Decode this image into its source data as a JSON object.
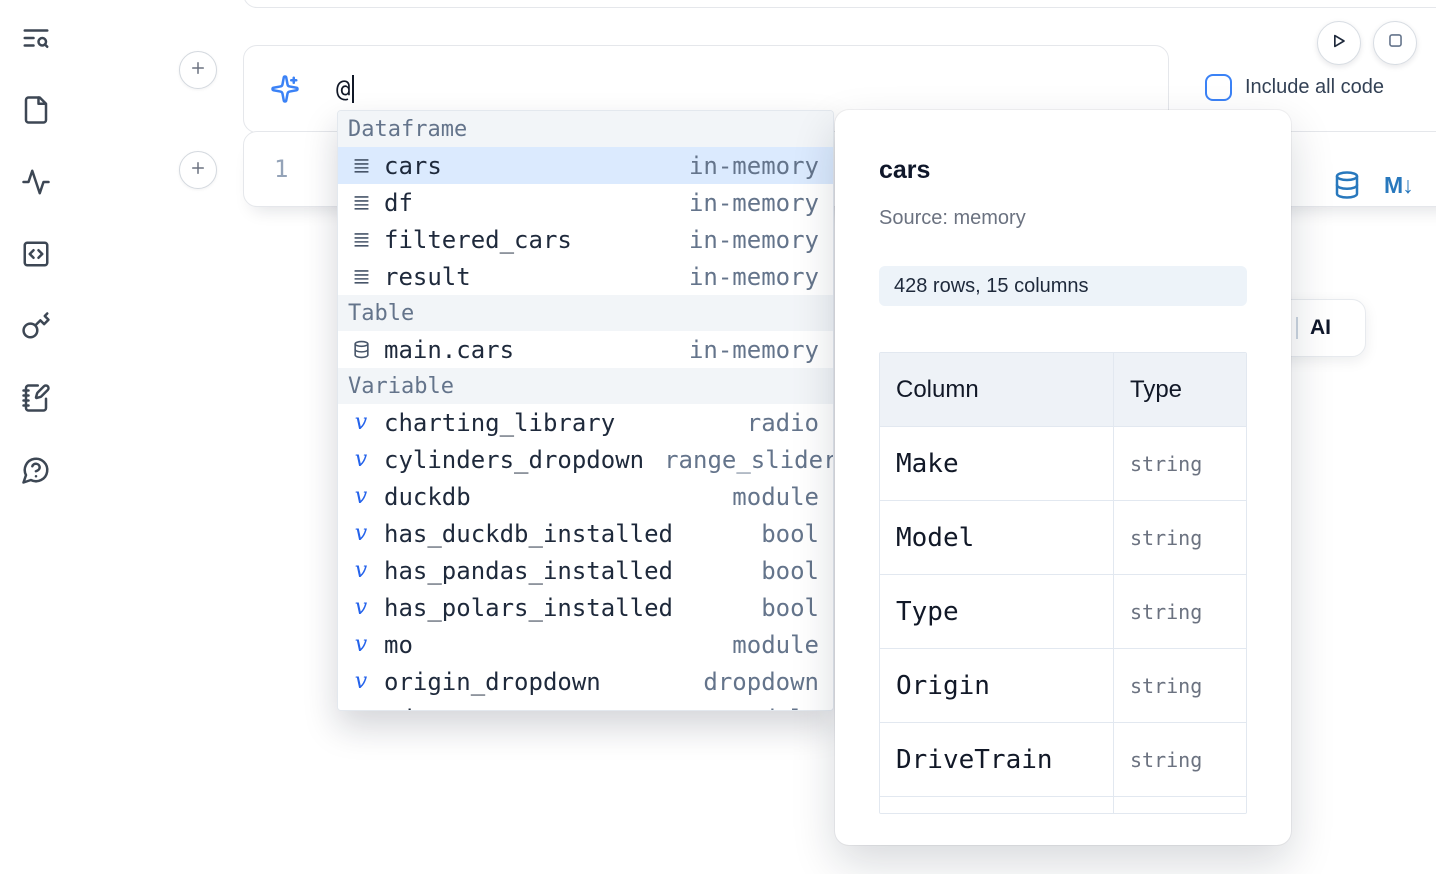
{
  "rail": {
    "items": [
      {
        "icon": "text-search-icon"
      },
      {
        "icon": "file-icon"
      },
      {
        "icon": "activity-icon"
      },
      {
        "icon": "code-square-icon"
      },
      {
        "icon": "key-icon"
      },
      {
        "icon": "notebook-pen-icon"
      },
      {
        "icon": "help-circle-icon"
      }
    ]
  },
  "prompt": {
    "value": "@"
  },
  "controls": {
    "include_all_code_label": "Include all code",
    "checked": false
  },
  "cell": {
    "line_number": "1",
    "output_icons": [
      "database-icon",
      "markdown-icon"
    ]
  },
  "ai_button": {
    "label": "AI"
  },
  "autocomplete": {
    "sections": [
      {
        "label": "Dataframe",
        "items": [
          {
            "icon": "dataframe-icon",
            "name": "cars",
            "detail": "in-memory",
            "selected": true
          },
          {
            "icon": "dataframe-icon",
            "name": "df",
            "detail": "in-memory",
            "selected": false
          },
          {
            "icon": "dataframe-icon",
            "name": "filtered_cars",
            "detail": "in-memory",
            "selected": false
          },
          {
            "icon": "dataframe-icon",
            "name": "result",
            "detail": "in-memory",
            "selected": false
          }
        ]
      },
      {
        "label": "Table",
        "items": [
          {
            "icon": "database-icon",
            "name": "main.cars",
            "detail": "in-memory",
            "selected": false
          }
        ]
      },
      {
        "label": "Variable",
        "items": [
          {
            "icon": "variable-icon",
            "name": "charting_library",
            "detail": "radio",
            "selected": false
          },
          {
            "icon": "variable-icon",
            "name": "cylinders_dropdown",
            "detail": "range_slider",
            "selected": false
          },
          {
            "icon": "variable-icon",
            "name": "duckdb",
            "detail": "module",
            "selected": false
          },
          {
            "icon": "variable-icon",
            "name": "has_duckdb_installed",
            "detail": "bool",
            "selected": false
          },
          {
            "icon": "variable-icon",
            "name": "has_pandas_installed",
            "detail": "bool",
            "selected": false
          },
          {
            "icon": "variable-icon",
            "name": "has_polars_installed",
            "detail": "bool",
            "selected": false
          },
          {
            "icon": "variable-icon",
            "name": "mo",
            "detail": "module",
            "selected": false
          },
          {
            "icon": "variable-icon",
            "name": "origin_dropdown",
            "detail": "dropdown",
            "selected": false
          },
          {
            "icon": "variable-icon",
            "name": "pd",
            "detail": "module",
            "selected": false
          }
        ]
      }
    ]
  },
  "preview": {
    "title": "cars",
    "source": "Source: memory",
    "shape_badge": "428 rows, 15 columns",
    "table": {
      "headers": [
        "Column",
        "Type"
      ],
      "rows": [
        [
          "Make",
          "string"
        ],
        [
          "Model",
          "string"
        ],
        [
          "Type",
          "string"
        ],
        [
          "Origin",
          "string"
        ],
        [
          "DriveTrain",
          "string"
        ]
      ],
      "has_clipped_row": true
    }
  }
}
